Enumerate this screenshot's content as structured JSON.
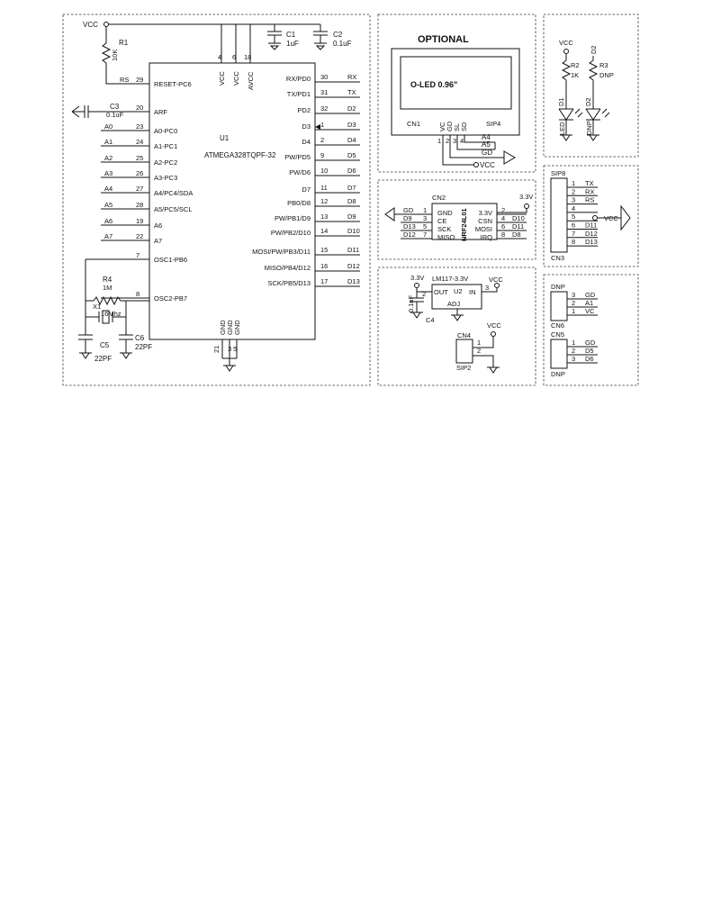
{
  "mcu": {
    "ref": "U1",
    "part": "ATMEGA328TQPF-32",
    "top_pins": [
      {
        "num": "4",
        "name": "VCC"
      },
      {
        "num": "6",
        "name": "VCC"
      },
      {
        "num": "18",
        "name": "AVCC"
      }
    ],
    "bottom_pins": [
      {
        "num": "21",
        "name": "GND"
      },
      {
        "num": "3",
        "name": "GND"
      },
      {
        "num": "5",
        "name": "GND"
      }
    ],
    "left_pins": [
      {
        "net": "RS",
        "num": "29",
        "name": "RESET-PC6"
      },
      {
        "net": "",
        "num": "20",
        "name": "ARF"
      },
      {
        "net": "A0",
        "num": "23",
        "name": "A0-PC0"
      },
      {
        "net": "A1",
        "num": "24",
        "name": "A1-PC1"
      },
      {
        "net": "A2",
        "num": "25",
        "name": "A2-PC2"
      },
      {
        "net": "A3",
        "num": "26",
        "name": "A3-PC3"
      },
      {
        "net": "A4",
        "num": "27",
        "name": "A4/PC4/SDA"
      },
      {
        "net": "A5",
        "num": "28",
        "name": "A5/PC5/SCL"
      },
      {
        "net": "A6",
        "num": "19",
        "name": "A6"
      },
      {
        "net": "A7",
        "num": "22",
        "name": "A7"
      },
      {
        "net": "",
        "num": "7",
        "name": "OSC1-PB6"
      },
      {
        "net": "",
        "num": "8",
        "name": "OSC2-PB7"
      }
    ],
    "right_pins": [
      {
        "name": "RX/PD0",
        "num": "30",
        "net": "RX"
      },
      {
        "name": "TX/PD1",
        "num": "31",
        "net": "TX"
      },
      {
        "name": "PD2",
        "num": "32",
        "net": "D2"
      },
      {
        "name": "D3",
        "num": "1",
        "net": "D3"
      },
      {
        "name": "D4",
        "num": "2",
        "net": "D4"
      },
      {
        "name": "PW/PD5",
        "num": "9",
        "net": "D5"
      },
      {
        "name": "PW/D6",
        "num": "10",
        "net": "D6"
      },
      {
        "name": "D7",
        "num": "11",
        "net": "D7"
      },
      {
        "name": "PB0/D8",
        "num": "12",
        "net": "D8"
      },
      {
        "name": "PW/PB1/D9",
        "num": "13",
        "net": "D9"
      },
      {
        "name": "PW/PB2/D10",
        "num": "14",
        "net": "D10"
      },
      {
        "name": "MOSI/PW/PB3/D11",
        "num": "15",
        "net": "D11"
      },
      {
        "name": "MISO/PB4/D12",
        "num": "16",
        "net": "D12"
      },
      {
        "name": "SCK/PB5/D13",
        "num": "17",
        "net": "D13"
      }
    ]
  },
  "power_net": "VCC",
  "r1": {
    "ref": "R1",
    "value": "10K"
  },
  "c1": {
    "ref": "C1",
    "value": "1uF"
  },
  "c2": {
    "ref": "C2",
    "value": "0.1uF"
  },
  "c3": {
    "ref": "C3",
    "value": "0.1uF"
  },
  "r4": {
    "ref": "R4",
    "value": "1M"
  },
  "x1": {
    "ref": "X1",
    "value": "16Mhz"
  },
  "c5": {
    "ref": "C5",
    "value": "22PF"
  },
  "c6": {
    "ref": "C6",
    "value": "22PF"
  },
  "oled": {
    "heading": "OPTIONAL",
    "title": "O-LED 0.96\"",
    "conn_left": "CN1",
    "conn_right": "SIP4",
    "pin_names": [
      "VC",
      "GD",
      "SL",
      "SD"
    ],
    "pin_nums": [
      "1",
      "2",
      "3",
      "4"
    ],
    "nets": [
      "A4",
      "A5",
      "GD",
      "VCC"
    ]
  },
  "nrf": {
    "ref": "CN2",
    "part": "NRF24L01",
    "supply": "3.3V",
    "left": [
      {
        "net": "GD",
        "num": "1",
        "name": "GND"
      },
      {
        "net": "D9",
        "num": "3",
        "name": "CE"
      },
      {
        "net": "D13",
        "num": "5",
        "name": "SCK"
      },
      {
        "net": "D12",
        "num": "7",
        "name": "MISO"
      }
    ],
    "right": [
      {
        "name": "3.3V",
        "num": "2",
        "net": ""
      },
      {
        "name": "CSN",
        "num": "4",
        "net": "D10"
      },
      {
        "name": "MOSI",
        "num": "6",
        "net": "D11"
      },
      {
        "name": "IRQ",
        "num": "8",
        "net": "D8"
      }
    ]
  },
  "reg": {
    "ref": "U2",
    "part": "LM117-3.3V",
    "out_net": "3.3V",
    "in_net": "VCC",
    "out_label": "OUT",
    "in_label": "IN",
    "adj_label": "ADJ",
    "out_pin": "2",
    "in_pin": "3",
    "cap_ref": "C4",
    "cap_value": "0.1uF"
  },
  "cn4": {
    "ref": "CN4",
    "sub": "SIP2",
    "pins": [
      "1",
      "2"
    ],
    "net": "VCC"
  },
  "leds": {
    "d1": {
      "net": "VCC",
      "r_ref": "R2",
      "r_val": "1K",
      "ref": "D1",
      "label": "LED"
    },
    "d2": {
      "net": "D2",
      "r_ref": "R3",
      "r_val": "DNP",
      "ref": "D2",
      "label": "DNP"
    }
  },
  "cn3": {
    "sip": "SIP8",
    "ref": "CN3",
    "pins": [
      {
        "num": "1",
        "net": "TX"
      },
      {
        "num": "2",
        "net": "RX"
      },
      {
        "num": "3",
        "net": "RS"
      },
      {
        "num": "4",
        "net": ""
      },
      {
        "num": "5",
        "net": ""
      },
      {
        "num": "6",
        "net": "D11"
      },
      {
        "num": "7",
        "net": "D12"
      },
      {
        "num": "8",
        "net": "D13"
      }
    ],
    "vcc": "VCC"
  },
  "cn6": {
    "top": "DNP",
    "ref": "CN6",
    "pins": [
      {
        "num": "3",
        "net": "GD"
      },
      {
        "num": "2",
        "net": "A1"
      },
      {
        "num": "1",
        "net": "VC"
      }
    ]
  },
  "cn5": {
    "ref": "CN5",
    "bottom": "DNP",
    "pins": [
      {
        "num": "1",
        "net": "GD"
      },
      {
        "num": "2",
        "net": "D5"
      },
      {
        "num": "3",
        "net": "D6"
      }
    ]
  }
}
